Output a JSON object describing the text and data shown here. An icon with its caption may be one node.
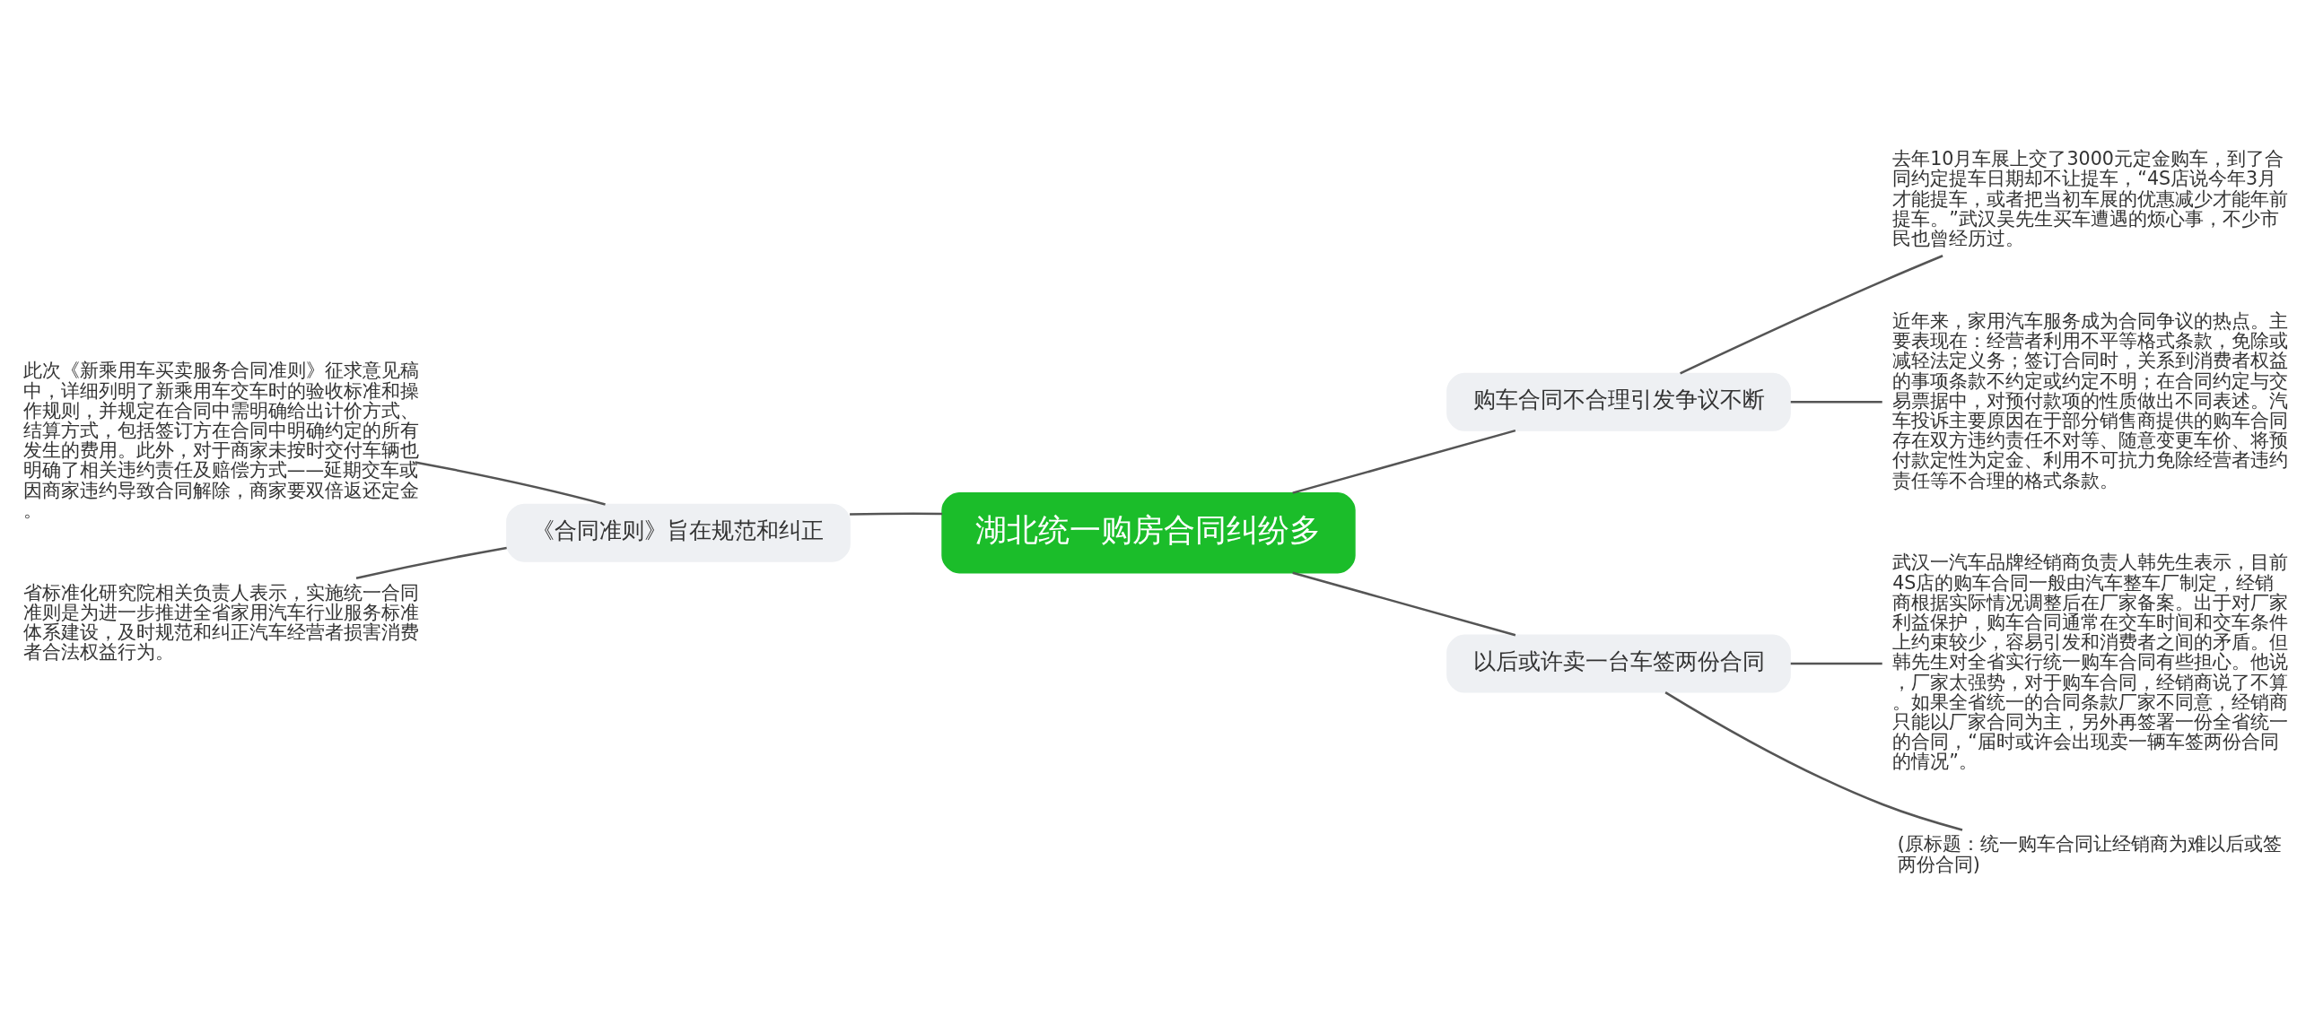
{
  "diagram": {
    "nodes": [
      {
        "text": [
          "湖北统一购房合同纠纷多"
        ]
      },
      {
        "text": [
          "《合同准则》旨在规范和纠正"
        ]
      },
      {
        "text": [
          "此次《新乘用车买卖服务合同准则》征求意见稿中，详细列明了新乘用车交车时的验收标准和操作规则，并规定在合同中需明确给出计价方式、结算方式，包括签订方在合同中明确约定的所有发生的费用。此外，对于商家未按时交付车辆也明确了相关违约责任及赔偿方式——延期交车或因商家违约导致合同解除，商家要双倍返还定金。"
        ]
      },
      {
        "text": [
          "省标准化研究院相关负责人表示，实施统一合同准则是为进一步推进全省家用汽车行业服务标准体系建设，及时规范和纠正汽车经营者损害消费者合法权益行为。"
        ]
      },
      {
        "text": [
          "购车合同不合理引发争议不断"
        ]
      },
      {
        "text": [
          "去年10月车展上交了3000元定金购车，到了合同约定提车日期却不让提车，“4S店说今年3月才能提车，或者把当初车展的优惠减少才能年前提车。”武汉吴先生买车遭遇的烦心事，不少市民也曾经历过。"
        ]
      },
      {
        "text": [
          "近年来，家用汽车服务成为合同争议的热点。主要表现在：经营者利用不平等格式条款，免除或减轻法定义务；签订合同时，关系到消费者权益的事项条款不约定或约定不明；在合同约定与交易票据中，对预付款项的性质做出不同表述。汽车投诉主要原因在于部分销售商提供的购车合同存在双方违约责任不对等、随意变更车价、将预付款定性为定金、利用不可抗力免除经营者违约责任等不合理的格式条款。"
        ]
      },
      {
        "text": [
          "以后或许卖一台车签两份合同"
        ]
      },
      {
        "text": [
          "武汉一汽车品牌经销商负责人韩先生表示，目前4S店的购车合同一般由汽车整车厂制定，经销商根据实际情况调整后在厂家备案。出于对厂家利益保护，购车合同通常在交车时间和交车条件上约束较少，容易引发和消费者之间的矛盾。但韩先生对全省实行统一购车合同有些担心。他说，厂家太强势，对于购车合同，经销商说了不算。如果全省统一的合同条款厂家不同意，经销商只能以厂家合同为主，另外再签署一份全省统一的合同，“届时或许会出现卖一辆车签两份合同的情况”。"
        ]
      },
      {
        "text": [
          "(原标题：统一购车合同让经销商为难以后或签两份合同)"
        ]
      }
    ],
    "edges": [
      {
        "from": 0,
        "to": 1,
        "arrow": "none"
      },
      {
        "from": 1,
        "to": 2,
        "arrow": "none"
      },
      {
        "from": 1,
        "to": 3,
        "arrow": "none"
      },
      {
        "from": 0,
        "to": 4,
        "arrow": "none"
      },
      {
        "from": 4,
        "to": 5,
        "arrow": "none"
      },
      {
        "from": 4,
        "to": 6,
        "arrow": "none"
      },
      {
        "from": 0,
        "to": 7,
        "arrow": "none"
      },
      {
        "from": 7,
        "to": 8,
        "arrow": "none"
      },
      {
        "from": 7,
        "to": 9,
        "arrow": "none"
      }
    ]
  }
}
